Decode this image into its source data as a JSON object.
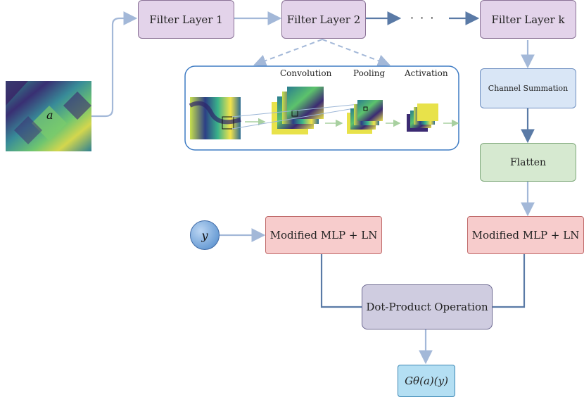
{
  "input": {
    "label": "a"
  },
  "filters": {
    "layer1": "Filter Layer 1",
    "layer2": "Filter Layer 2",
    "ellipsis": "· · ·",
    "layerk": "Filter Layer k"
  },
  "detail": {
    "convolution": "Convolution",
    "pooling": "Pooling",
    "activation": "Activation"
  },
  "branch_right": {
    "channel_sum": "Channel Summation",
    "flatten": "Flatten",
    "mlp": "Modified MLP + LN"
  },
  "branch_left": {
    "y": "y",
    "mlp": "Modified MLP + LN"
  },
  "dot_product": "Dot-Product Operation",
  "output": "Gθ(a)(y)"
}
